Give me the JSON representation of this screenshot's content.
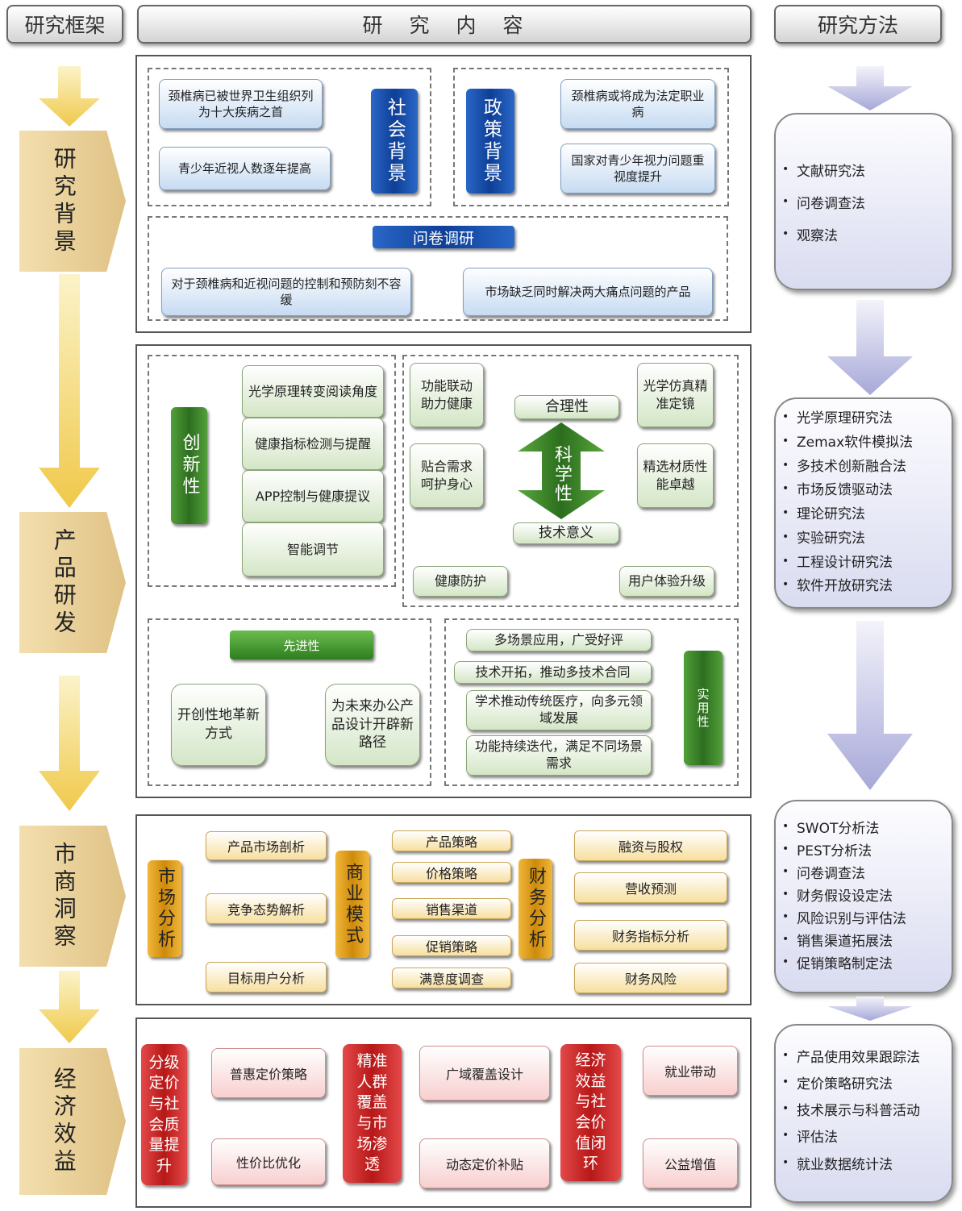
{
  "headers": {
    "framework": "研究框架",
    "content": "研　究　内　容",
    "methods": "研究方法"
  },
  "stages": [
    "研究背景",
    "产品研发",
    "市商洞察",
    "经济效益"
  ],
  "background": {
    "social": {
      "label": "社会背景",
      "items": [
        "颈椎病已被世界卫生组织列为十大疾病之首",
        "青少年近视人数逐年提高"
      ]
    },
    "policy": {
      "label": "政策背景",
      "items": [
        "颈椎病或将成为法定职业病",
        "国家对青少年视力问题重视度提升"
      ]
    },
    "survey": {
      "label": "问卷调研",
      "items": [
        "对于颈椎病和近视问题的控制和预防刻不容缓",
        "市场缺乏同时解决两大痛点问题的产品"
      ]
    }
  },
  "product": {
    "innovation": {
      "label": "创新性",
      "items": [
        "光学原理转变阅读角度",
        "健康指标检测与提醒",
        "APP控制与健康提议",
        "智能调节"
      ]
    },
    "science": {
      "label": "科学性",
      "rational": "合理性",
      "tech": "技术意义",
      "left": [
        "功能联动助力健康",
        "贴合需求呵护身心"
      ],
      "right": [
        "光学仿真精准定镜",
        "精选材质性能卓越"
      ],
      "bottom": [
        "健康防护",
        "用户体验升级"
      ]
    },
    "advanced": {
      "label": "先进性",
      "items": [
        "开创性地革新方式",
        "为未来办公产品设计开辟新路径"
      ]
    },
    "practical": {
      "label": "实用性",
      "items": [
        "多场景应用，广受好评",
        "技术开拓，推动多技术合同",
        "学术推动传统医疗，向多元领域发展",
        "功能持续迭代，满足不同场景需求"
      ]
    }
  },
  "market": {
    "market_analysis": {
      "label": "市场分析",
      "items": [
        "产品市场剖析",
        "竞争态势解析",
        "目标用户分析"
      ]
    },
    "business_model": {
      "label": "商业模式",
      "items": [
        "产品策略",
        "价格策略",
        "销售渠道",
        "促销策略",
        "满意度调查"
      ]
    },
    "finance": {
      "label": "财务分析",
      "items": [
        "融资与股权",
        "营收预测",
        "财务指标分析",
        "财务风险"
      ]
    }
  },
  "economic": {
    "groups": [
      {
        "label": "分级定价与社会质量提升",
        "items": [
          "普惠定价策略",
          "性价比优化"
        ]
      },
      {
        "label": "精准人群覆盖与市场渗透",
        "items": [
          "广域覆盖设计",
          "动态定价补贴"
        ]
      },
      {
        "label": "经济效益与社会价值闭环",
        "items": [
          "就业带动",
          "公益增值"
        ]
      }
    ]
  },
  "methods": {
    "m1": [
      "文献研究法",
      "问卷调查法",
      "观察法"
    ],
    "m2": [
      "光学原理研究法",
      "Zemax软件模拟法",
      "多技术创新融合法",
      "市场反馈驱动法",
      "理论研究法",
      "实验研究法",
      "工程设计研究法",
      "软件开放研究法"
    ],
    "m3": [
      "SWOT分析法",
      "PEST分析法",
      "问卷调查法",
      "财务假设设定法",
      "风险识别与评估法",
      "销售渠道拓展法",
      "促销策略制定法"
    ],
    "m4": [
      "产品使用效果跟踪法",
      "定价策略研究法",
      "技术展示与科普活动",
      "评估法",
      "就业数据统计法"
    ]
  }
}
